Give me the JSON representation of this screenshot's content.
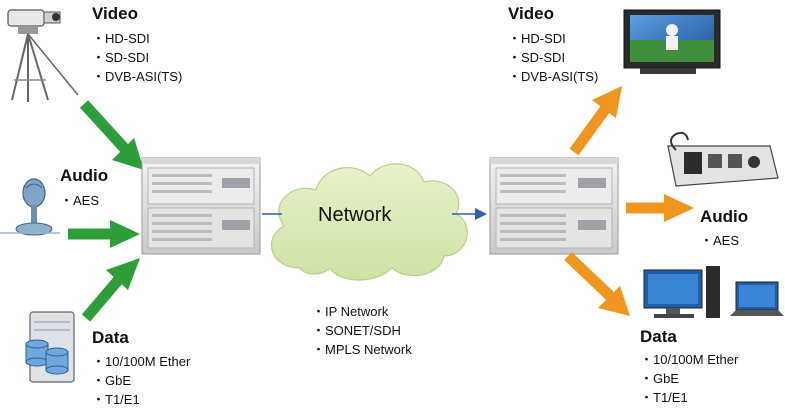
{
  "left": {
    "video": {
      "title": "Video",
      "items": [
        "・HD-SDI",
        "・SD-SDI",
        "・DVB-ASI(TS)"
      ]
    },
    "audio": {
      "title": "Audio",
      "items": [
        "・AES"
      ]
    },
    "data": {
      "title": "Data",
      "items": [
        "・10/100M Ether",
        "・GbE",
        "・T1/E1"
      ]
    }
  },
  "network": {
    "label": "Network",
    "items": [
      "・IP Network",
      "・SONET/SDH",
      "・MPLS Network"
    ]
  },
  "right": {
    "video": {
      "title": "Video",
      "items": [
        "・HD-SDI",
        "・SD-SDI",
        "・DVB-ASI(TS)"
      ]
    },
    "audio": {
      "title": "Audio",
      "items": [
        "・AES"
      ]
    },
    "data": {
      "title": "Data",
      "items": [
        "・10/100M Ether",
        "・GbE",
        "・T1/E1"
      ]
    }
  },
  "colors": {
    "input_arrow": "#2e9e3a",
    "output_arrow": "#f0961e",
    "cloud": "#dcebb8",
    "link": "#2b5fb0"
  }
}
